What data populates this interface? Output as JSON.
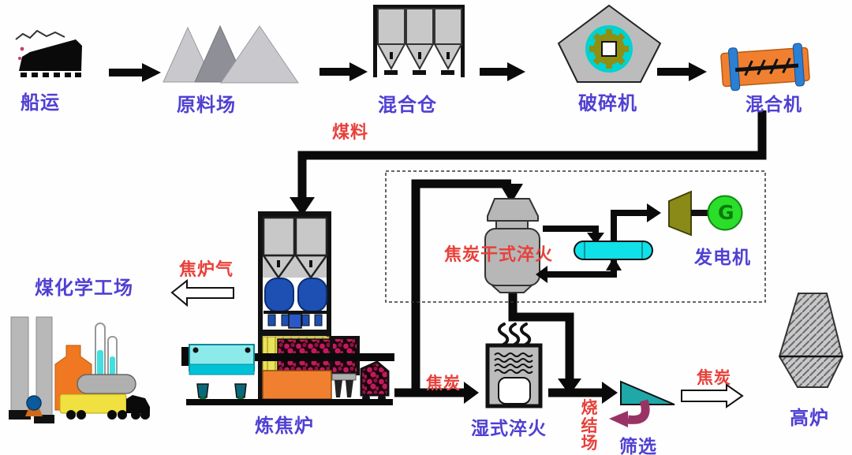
{
  "diagram": {
    "type": "process-flow",
    "labels": {
      "shipping": "船运",
      "raw_material_yard": "原料场",
      "mixing_bin": "混合仓",
      "crusher": "破碎机",
      "mixer": "混合机",
      "coal_feed": "煤料",
      "coke_oven_gas": "焦炉气",
      "coal_chemical_plant": "煤化学工场",
      "coking_oven": "炼焦炉",
      "cdq": "焦炭干式淬火",
      "generator": "发电机",
      "generator_symbol": "G",
      "coke_to_wet_quench": "焦炭",
      "wet_quenching": "湿式淬火",
      "sintering_plant": "烧结场",
      "screening": "筛选",
      "coke_to_blast_furnace": "焦炭",
      "blast_furnace": "高炉"
    },
    "colors": {
      "label_blue": "#5040d2",
      "label_red": "#e8403a",
      "flow_line": "#0a0a0a",
      "mixer_orange": "#f08030",
      "boiler_cyan": "#10e0e8",
      "generator_green": "#2ade2a",
      "turbine_olive": "#8a8a18",
      "screen_teal": "#1fa8a8",
      "recycle_maroon": "#993366",
      "coke_magenta": "#c21a5e",
      "oven_base_orange": "#f08030",
      "tank_blue": "#1d50b2"
    },
    "icons": [
      "ship-icon",
      "stockpile-icon",
      "hopper-bins-icon",
      "crusher-gear-icon",
      "drum-mixer-icon",
      "coking-oven-icon",
      "chemical-plant-icon",
      "cdq-chamber-icon",
      "waste-heat-boiler-icon",
      "turbine-icon",
      "generator-icon",
      "wet-quench-tower-icon",
      "screen-icon",
      "blast-furnace-icon"
    ]
  }
}
